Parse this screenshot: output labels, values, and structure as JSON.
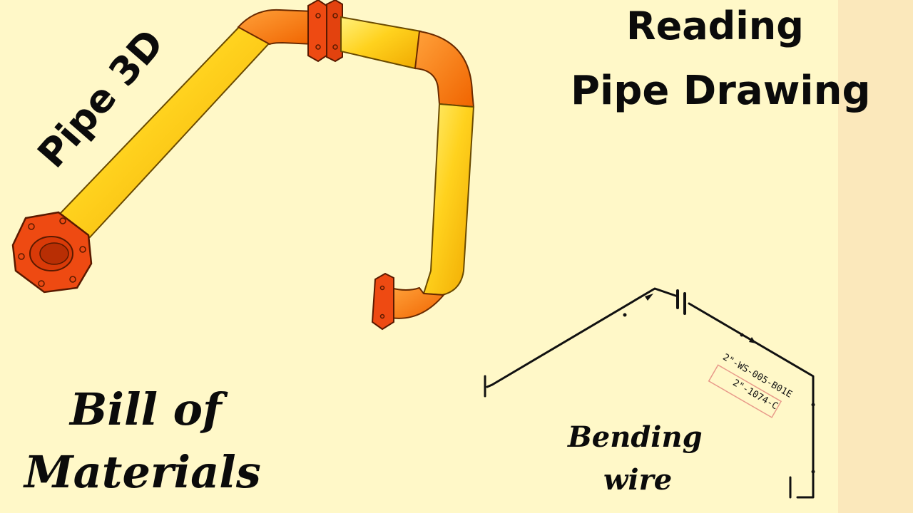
{
  "title": {
    "line1": "Reading",
    "line2": "Pipe Drawing"
  },
  "label_3d": "Pipe 3D",
  "bill": {
    "line1": "Bill of",
    "line2": "Materials"
  },
  "bending": {
    "line1": "Bending",
    "line2": "wire"
  },
  "iso_tags": {
    "line_number": "2\"-WS-005-B01E",
    "spool": "2\"-1074-C"
  },
  "colors": {
    "background": "#fff8c8",
    "strip": "#fbe8bb",
    "pipe_yellow": "#ffd21e",
    "pipe_orange": "#ff7a00",
    "flange_red": "#ee4a12",
    "tag_box": "#e89a8a"
  }
}
